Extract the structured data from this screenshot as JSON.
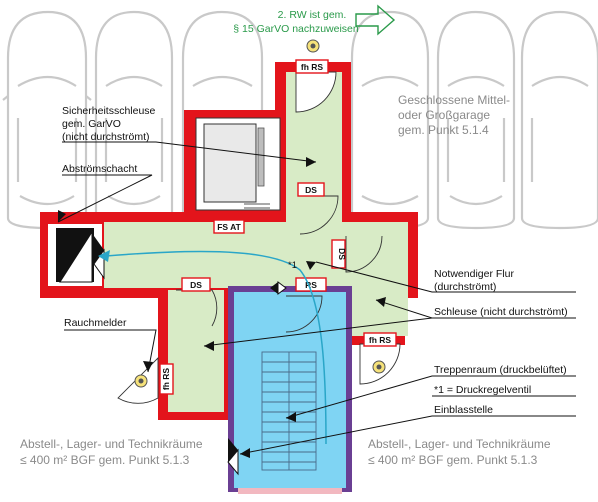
{
  "colors": {
    "wall": "#e3141b",
    "room_fill": "#d8ebc6",
    "stair_fill": "#7fd4f3",
    "stair_wall": "#6a3f93",
    "car_outline": "#c9c9c9",
    "hint_green": "#2a9a4a",
    "airflow": "#2aa6c8"
  },
  "top_note": {
    "line1": "2. RW ist gem.",
    "line2": "§ 15 GarVO nachzuweisen"
  },
  "garage": {
    "line1": "Geschlossene Mittel-",
    "line2": "oder Großgarage",
    "line3": "gem. Punkt 5.1.4"
  },
  "labels": {
    "sicherheitsschleuse": {
      "line1": "Sicherheitsschleuse",
      "line2": "gem. GarVO",
      "line3": "(nicht durchströmt)"
    },
    "abstroemschacht": "Abströmschacht",
    "rauchmelder": "Rauchmelder",
    "notwendiger_flur": {
      "line1": "Notwendiger Flur",
      "line2": "(durchströmt)"
    },
    "schleuse": "Schleuse (nicht durchströmt)",
    "treppenraum": "Treppenraum (druckbelüftet)",
    "druckregel": "*1 = Druckregelventil",
    "einblasstelle": "Einblasstelle",
    "star1": "*1"
  },
  "bottom_left": {
    "line1": "Abstell-, Lager-  und Technikräume",
    "line2": "≤ 400 m² BGF gem. Punkt 5.1.3"
  },
  "bottom_right": {
    "line1": "Abstell-, Lager-  und Technikräume",
    "line2": "≤ 400 m² BGF gem. Punkt 5.1.3"
  },
  "door_tags": {
    "fh_rs_top": "fh RS",
    "ds_shaft": "DS",
    "fs_at": "FS AT",
    "ds_side": "DS",
    "ds_left": "DS",
    "rs_stair": "RS",
    "fh_rs_right": "fh RS",
    "fh_rs_left": "fh RS"
  }
}
